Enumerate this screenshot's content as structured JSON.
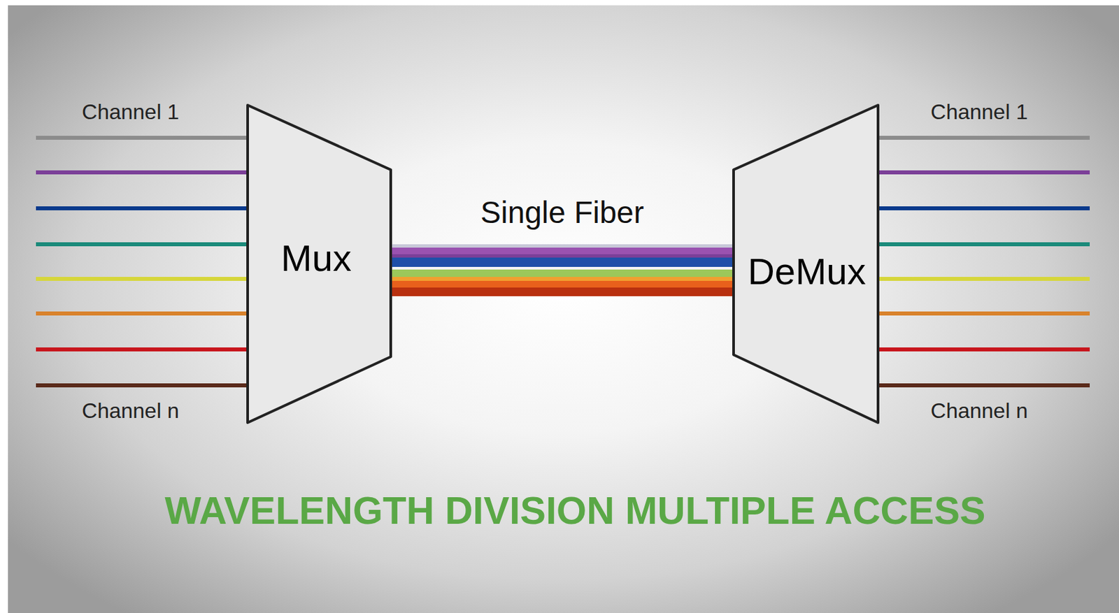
{
  "diagram": {
    "title": "WAVELENGTH DIVISION MULTIPLE ACCESS",
    "nodes": [
      {
        "text": [
          "Mux"
        ]
      },
      {
        "text": [
          "DeMux"
        ]
      }
    ],
    "edges": [
      {
        "from": 0,
        "to": 1,
        "arrow": "none",
        "label": "Single Fiber"
      }
    ],
    "labels": [
      "Channel 1",
      "Channel n",
      "Channel 1",
      "Channel n"
    ]
  }
}
